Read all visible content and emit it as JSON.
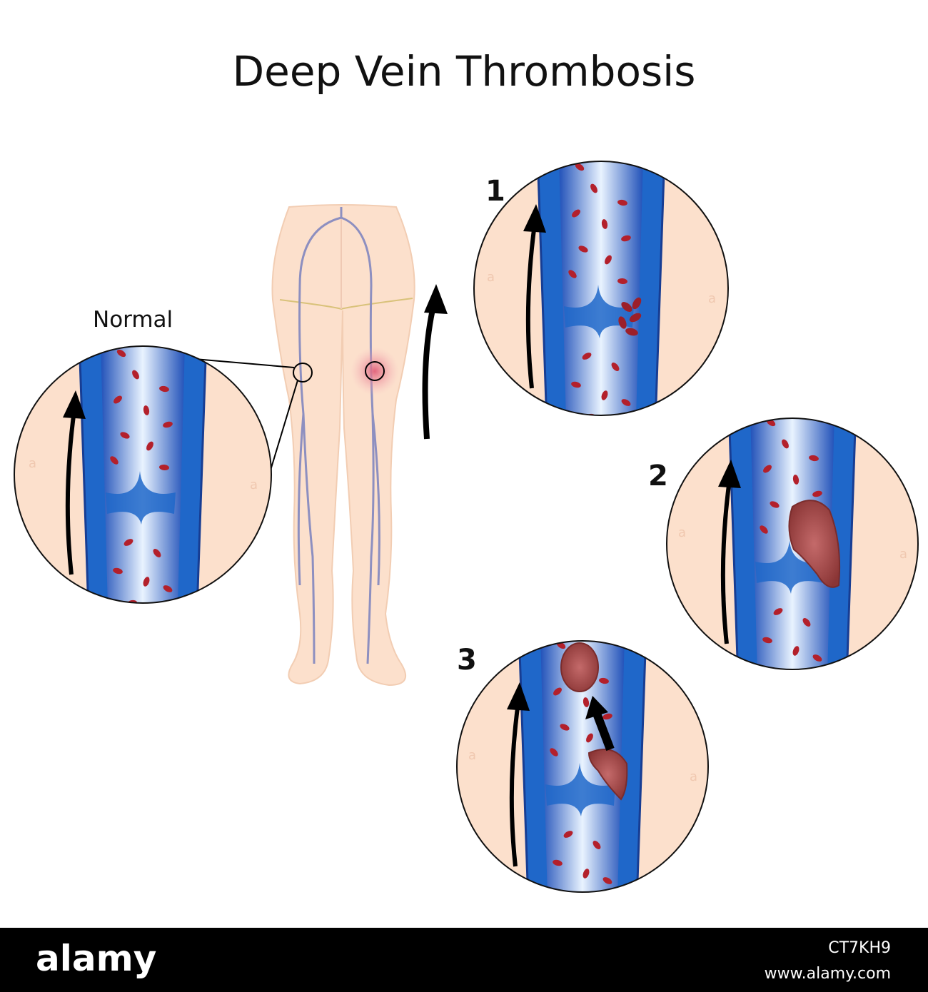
{
  "title": "Deep Vein Thrombosis",
  "labels": {
    "normal": "Normal",
    "stage1": "1",
    "stage2": "2",
    "stage3": "3"
  },
  "footer": {
    "brand": "alamy",
    "image_id": "CT7KH9",
    "url": "www.alamy.com"
  },
  "colors": {
    "skin": "#fce0cc",
    "vein_blue": "#1f67c9",
    "vein_dark": "#173d93",
    "blood_cell": "#b3202b",
    "clot": "#a85050",
    "inflammation": "#e0607a"
  }
}
